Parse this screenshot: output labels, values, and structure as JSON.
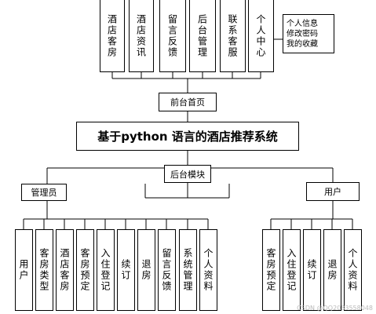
{
  "front_modules": [
    "酒店客房",
    "酒店资讯",
    "留言反馈",
    "后台管理",
    "联系客服",
    "个人中心"
  ],
  "personal_note": "个人信息\n修改密码\n我的收藏",
  "front_home": "前台首页",
  "system_title": "基于python 语言的酒店推荐系统",
  "back_module": "后台模块",
  "admin": {
    "label": "管理员",
    "items": [
      "用户",
      "客房类型",
      "酒店客房",
      "客房预定",
      "入住登记",
      "续订",
      "退房",
      "留言反馈",
      "系统管理",
      "个人资料"
    ]
  },
  "user": {
    "label": "用户",
    "items": [
      "客房预定",
      "入住登记",
      "续订",
      "退房",
      "个人资料"
    ]
  },
  "watermark": "CSDN @QQ2083558048"
}
